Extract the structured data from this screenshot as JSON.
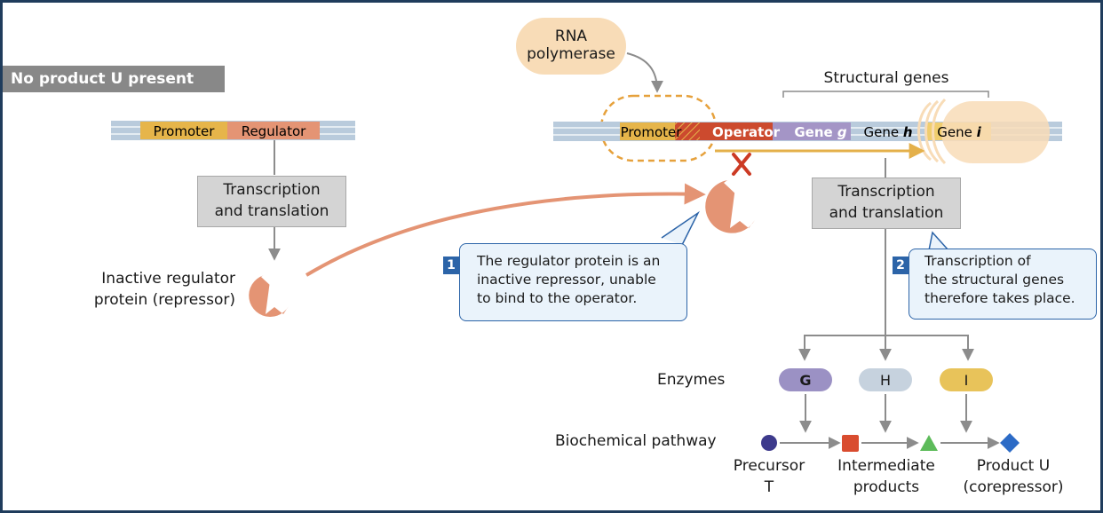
{
  "banner": "No product U present",
  "left_dna": {
    "promoter": "Promoter",
    "regulator": "Regulator"
  },
  "left_tt": {
    "line1": "Transcription",
    "line2": "and translation"
  },
  "inactive_label": {
    "line1": "Inactive regulator",
    "line2": "protein (repressor)"
  },
  "rna_polymerase": {
    "line1": "RNA",
    "line2": "polymerase"
  },
  "structural_genes": "Structural genes",
  "right_dna": {
    "promoter": "Promoter",
    "operator": "Operator",
    "gene_g": "Gene g",
    "gene_h": "Gene h",
    "gene_i": "Gene i"
  },
  "right_tt": {
    "line1": "Transcription",
    "line2": "and translation"
  },
  "callout1": {
    "number": "1",
    "line1": "The regulator protein is an",
    "line2": "inactive repressor, unable",
    "line3": "to bind to the operator."
  },
  "callout2": {
    "number": "2",
    "line1": "Transcription of",
    "line2": "the structural genes",
    "line3": "therefore takes place."
  },
  "enzymes_label": "Enzymes",
  "enzymes": [
    {
      "label": "G",
      "color": "#9b91c4"
    },
    {
      "label": "H",
      "color": "#c6d2de"
    },
    {
      "label": "I",
      "color": "#e8c35a"
    }
  ],
  "pathway_label": "Biochemical pathway",
  "pathway": [
    {
      "line1": "Precursor",
      "line2": "T",
      "color": "#3d3a8c"
    },
    {
      "line1": "Intermediate",
      "line2": "products",
      "color_square": "#d94c2f",
      "color_triangle": "#5dbb5a"
    },
    {
      "line1": "Product U",
      "line2": "(corepressor)",
      "color": "#2c6bc6"
    }
  ],
  "colors": {
    "dna_backbone": "#b9cbdc",
    "promoter": "#e6b54a",
    "regulator": "#e49474",
    "operator": "#cc4a2e",
    "gene_g": "#a495c6",
    "gene_i": "#f0cd6e",
    "repressor": "#e49474",
    "polymerase": "#f8dcb7",
    "tt_box": "#d4d4d4",
    "callout_fill": "#eaf3fb",
    "callout_border": "#2c64a8",
    "arrow_gray": "#8c8c8c",
    "transcript_arrow": "#e4b04a",
    "x_mark": "#cc3a24",
    "frame": "#1f3c5c"
  }
}
